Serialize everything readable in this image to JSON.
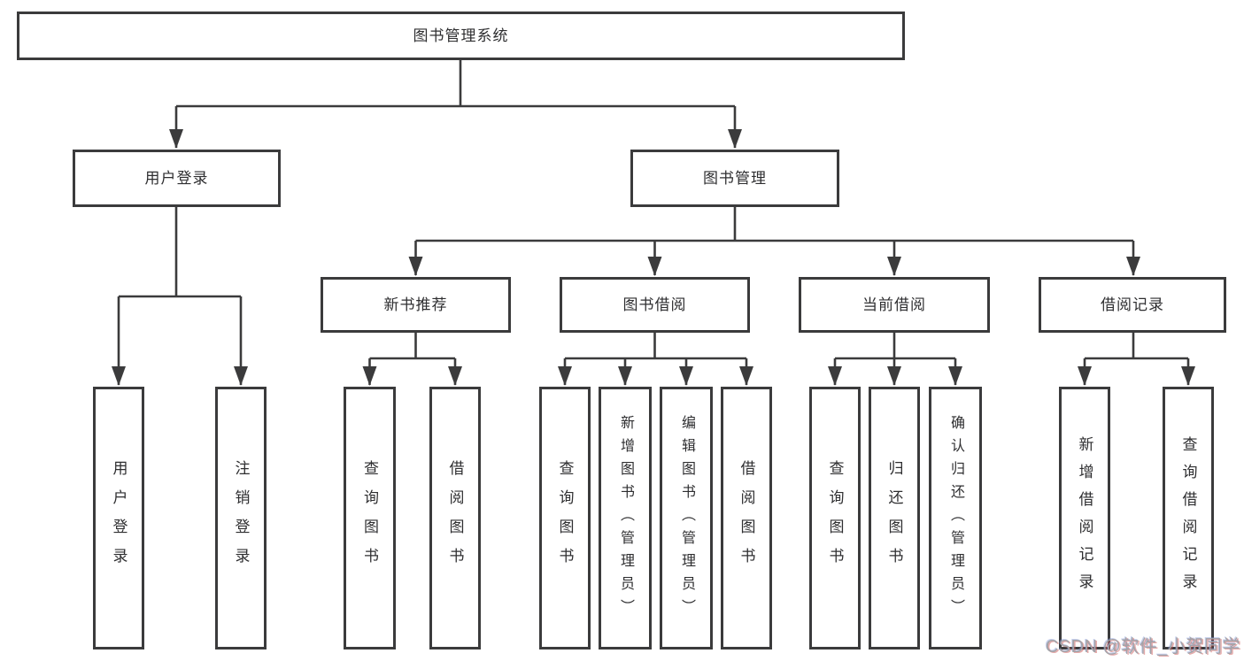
{
  "palette": {
    "line": "#3b3b3c",
    "box_border": "#3b3b3c",
    "box_bg": "#ffffff",
    "text": "#2e2e30",
    "watermark": "#a3a3a8"
  },
  "root": {
    "label": "图书管理系统"
  },
  "branches": [
    {
      "label": "用户登录",
      "children": [
        {
          "label": "用户登录"
        },
        {
          "label": "注销登录"
        }
      ]
    },
    {
      "label": "图书管理",
      "children": [
        {
          "label": "新书推荐",
          "children": [
            {
              "label": "查询图书"
            },
            {
              "label": "借阅图书"
            }
          ]
        },
        {
          "label": "图书借阅",
          "children": [
            {
              "label": "查询图书"
            },
            {
              "label": "新增图书（管理员）"
            },
            {
              "label": "编辑图书（管理员）"
            },
            {
              "label": "借阅图书"
            }
          ]
        },
        {
          "label": "当前借阅",
          "children": [
            {
              "label": "查询图书"
            },
            {
              "label": "归还图书"
            },
            {
              "label": "确认归还（管理员）"
            }
          ]
        },
        {
          "label": "借阅记录",
          "children": [
            {
              "label": "新增借阅记录"
            },
            {
              "label": "查询借阅记录"
            }
          ]
        }
      ]
    }
  ],
  "watermark": {
    "text": "CSDN @软件_小贺同学"
  }
}
